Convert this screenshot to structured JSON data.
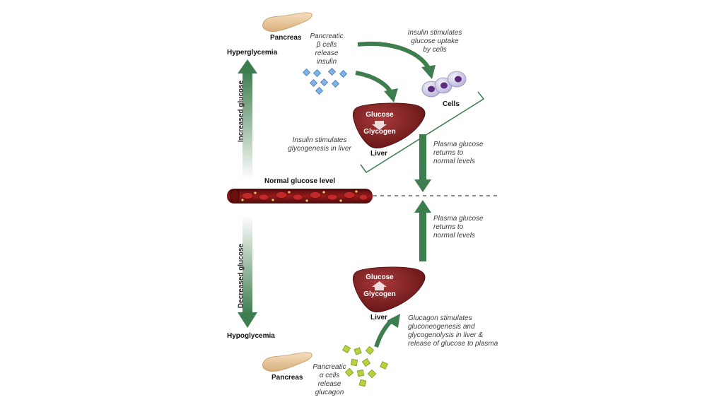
{
  "labels": {
    "pancreas_top": "Pancreas",
    "pancreas_bottom": "Pancreas",
    "beta_cells": [
      "Pancreatic",
      "β cells",
      "release",
      "insulin"
    ],
    "alpha_cells": [
      "Pancreatic",
      "α cells",
      "release",
      "glucagon"
    ],
    "insulin_uptake": [
      "Insulin stimulates",
      "glucose uptake",
      "by cells"
    ],
    "cells": "Cells",
    "hyperglycemia": "Hyperglycemia",
    "hypoglycemia": "Hypoglycemia",
    "increased_glucose": "Increased glucose",
    "decreased_glucose": "Decreased glucose",
    "glycogenesis": [
      "Insulin stimulates",
      "glycogenesis in liver"
    ],
    "liver_top": "Liver",
    "liver_bottom": "Liver",
    "liver_top_glucose": "Glucose",
    "liver_top_glycogen": "Glycogen",
    "liver_bottom_glucose": "Glucose",
    "liver_bottom_glycogen": "Glycogen",
    "plasma_top": [
      "Plasma glucose",
      "returns to",
      "normal levels"
    ],
    "plasma_bottom": [
      "Plasma glucose",
      "returns to",
      "normal levels"
    ],
    "normal_level": "Normal glucose level",
    "glucagon": [
      "Glucagon stimulates",
      "gluconeogenesis and",
      "glycogenolysis in liver &",
      "release of glucose to plasma"
    ]
  },
  "colors": {
    "arrow_green": "#3e7d4e",
    "liver": "#7a1d1d",
    "blood_vessel": "#8a1616",
    "insulin_dot": "#6fa8dc",
    "glucagon_dot": "#a7c93a",
    "pancreas": "#e9c79b",
    "cell": "#d7d4ef",
    "nucleus": "#5b2a7a"
  }
}
